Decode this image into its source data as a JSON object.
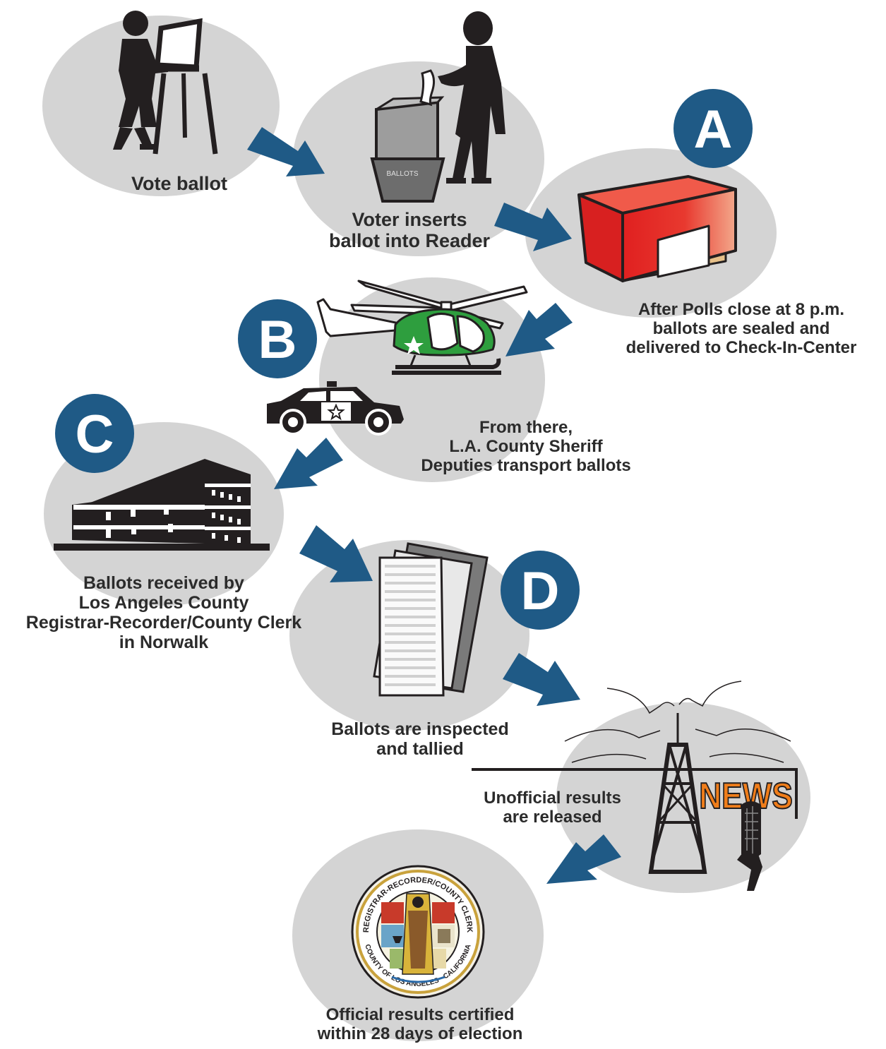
{
  "steps": [
    {
      "id": "vote",
      "caption": [
        "Vote ballot"
      ]
    },
    {
      "id": "insert",
      "caption": [
        "Voter inserts",
        "ballot into Reader"
      ]
    },
    {
      "id": "deliver",
      "caption": [
        "After Polls close at 8 p.m.",
        "ballots are sealed and",
        "delivered to Check-In-Center"
      ]
    },
    {
      "id": "transport",
      "caption": [
        "From there,",
        "L.A. County Sheriff",
        "Deputies transport ballots"
      ]
    },
    {
      "id": "received",
      "caption": [
        "Ballots received by",
        "Los Angeles County",
        "Registrar-Recorder/County Clerk",
        "in Norwalk"
      ]
    },
    {
      "id": "tally",
      "caption": [
        "Ballots are inspected",
        "and tallied"
      ]
    },
    {
      "id": "release",
      "caption": [
        "Unofficial results",
        "are released"
      ]
    },
    {
      "id": "certify",
      "caption": [
        "Official results certified",
        "within 28 days of election"
      ]
    }
  ],
  "badges": [
    "A",
    "B",
    "C",
    "D"
  ],
  "labels": {
    "ballot_box": "BALLOTS",
    "news": "NEWS",
    "seal_top": "REGISTRAR-RECORDER/COUNTY CLERK",
    "seal_bottom": "COUNTY OF LOS ANGELES · CALIFORNIA"
  },
  "colors": {
    "ellipse": "#d4d4d4",
    "arrow": "#1f5a86",
    "badge": "#1f5a86",
    "container": "#e62e2e",
    "helicopter": "#2e9e3e",
    "news": "#f07d1a",
    "icon": "#231f20"
  }
}
